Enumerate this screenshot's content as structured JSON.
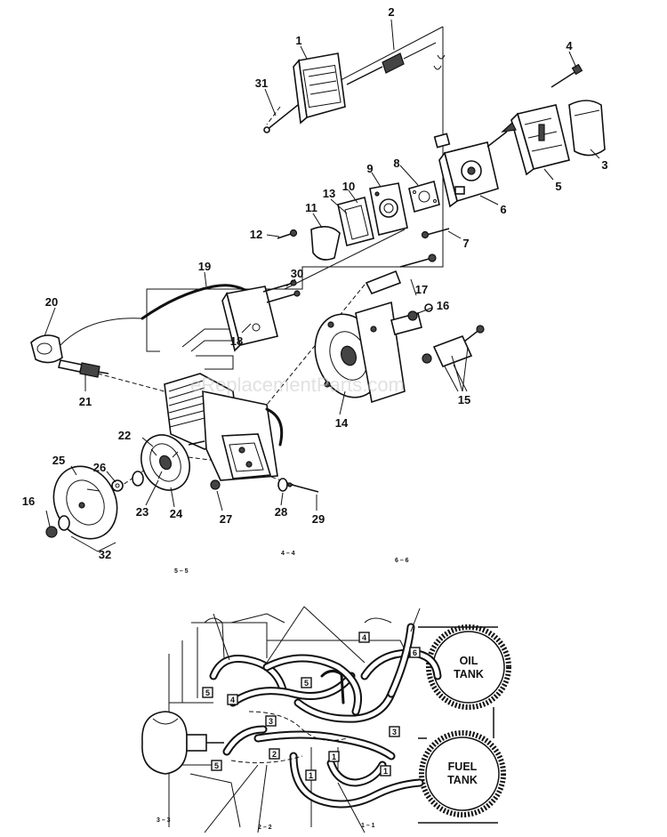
{
  "watermark": "eReplacementParts.com",
  "callouts": [
    {
      "id": "c1",
      "text": "1"
    },
    {
      "id": "c2",
      "text": "2"
    },
    {
      "id": "c3",
      "text": "3"
    },
    {
      "id": "c4",
      "text": "4"
    },
    {
      "id": "c5",
      "text": "5"
    },
    {
      "id": "c6",
      "text": "6"
    },
    {
      "id": "c7",
      "text": "7"
    },
    {
      "id": "c8",
      "text": "8"
    },
    {
      "id": "c9",
      "text": "9"
    },
    {
      "id": "c10",
      "text": "10"
    },
    {
      "id": "c11",
      "text": "11"
    },
    {
      "id": "c12",
      "text": "12"
    },
    {
      "id": "c13",
      "text": "13"
    },
    {
      "id": "c14",
      "text": "14"
    },
    {
      "id": "c15",
      "text": "15"
    },
    {
      "id": "c16a",
      "text": "16"
    },
    {
      "id": "c16b",
      "text": "16"
    },
    {
      "id": "c17",
      "text": "17"
    },
    {
      "id": "c18",
      "text": "18"
    },
    {
      "id": "c19",
      "text": "19"
    },
    {
      "id": "c20",
      "text": "20"
    },
    {
      "id": "c21",
      "text": "21"
    },
    {
      "id": "c22",
      "text": "22"
    },
    {
      "id": "c23",
      "text": "23"
    },
    {
      "id": "c24",
      "text": "24"
    },
    {
      "id": "c25",
      "text": "25"
    },
    {
      "id": "c26",
      "text": "26"
    },
    {
      "id": "c27",
      "text": "27"
    },
    {
      "id": "c28",
      "text": "28"
    },
    {
      "id": "c29",
      "text": "29"
    },
    {
      "id": "c30",
      "text": "30"
    },
    {
      "id": "c31",
      "text": "31"
    },
    {
      "id": "c32",
      "text": "32"
    }
  ],
  "tanks": {
    "oil": {
      "line1": "OIL",
      "line2": "TANK"
    },
    "fuel": {
      "line1": "FUEL",
      "line2": "TANK"
    }
  },
  "hose_markers": [
    "4",
    "6",
    "5",
    "4",
    "3",
    "5",
    "3",
    "2",
    "5",
    "1",
    "1",
    "1"
  ],
  "section_refs": [
    "4 – 4",
    "6 – 6",
    "5 – 5",
    "3 – 3",
    "2 – 2",
    "1 – 1"
  ]
}
